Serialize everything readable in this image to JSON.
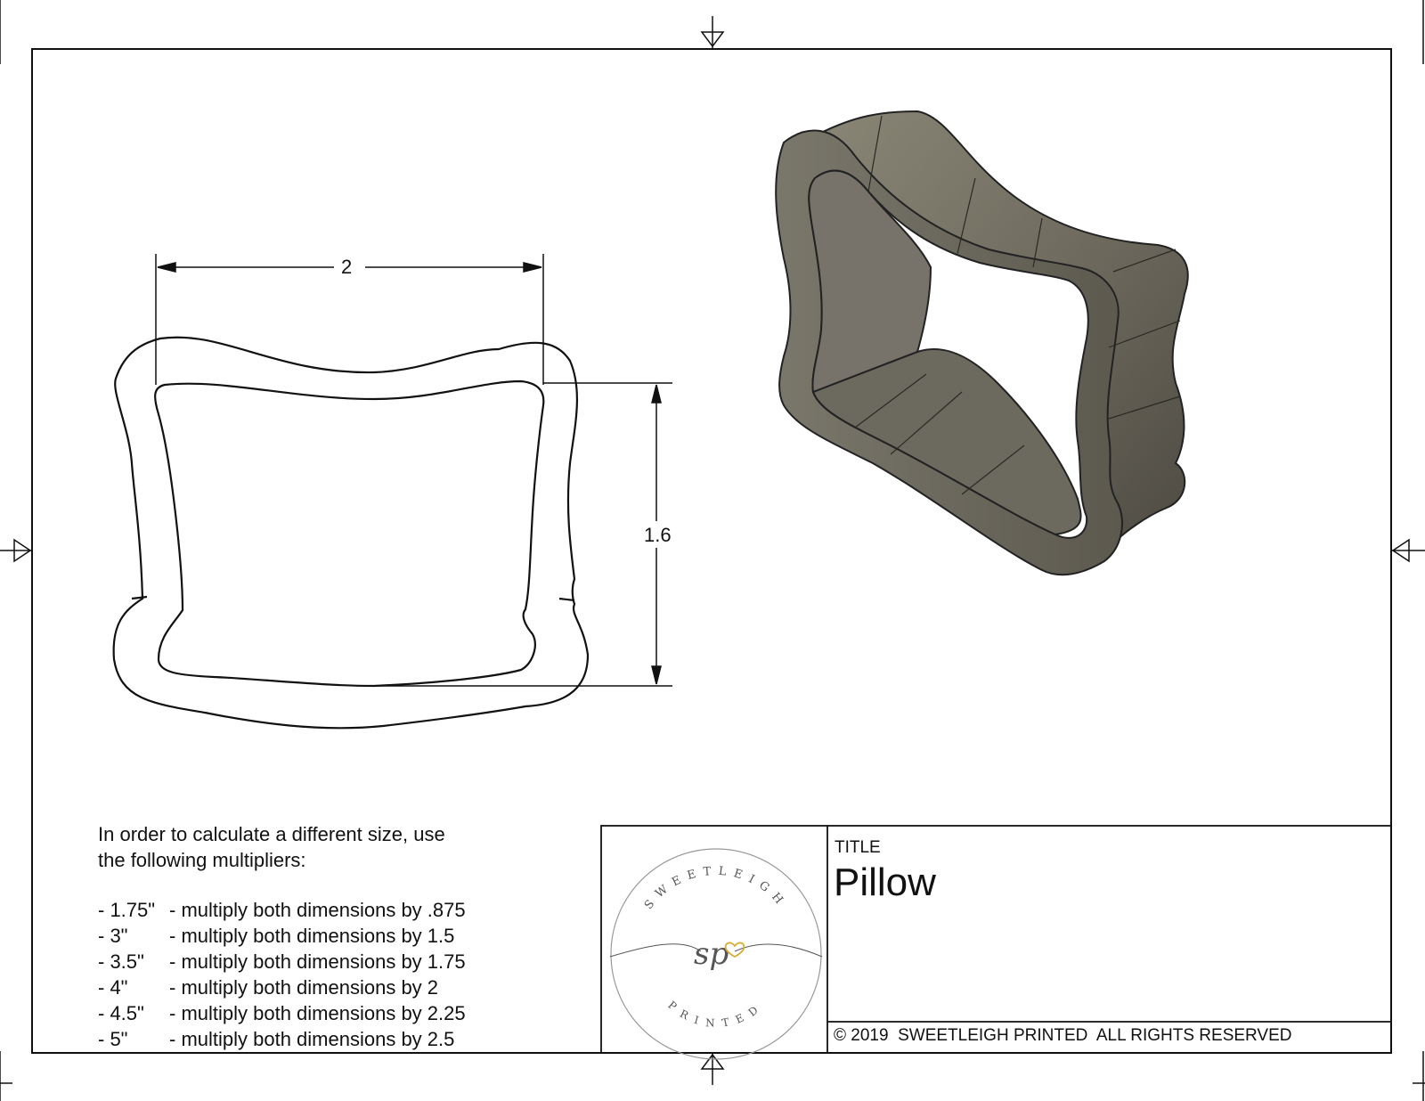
{
  "dimensions": {
    "width_label": "2",
    "height_label": "1.6"
  },
  "notes": {
    "intro_line1": "In order to calculate a different size, use",
    "intro_line2": "the following multipliers:",
    "multipliers": [
      {
        "size": "- 1.75\"",
        "text": "- multiply both dimensions by .875"
      },
      {
        "size": "- 3\"",
        "text": "- multiply both dimensions by 1.5"
      },
      {
        "size": "- 3.5\"",
        "text": "- multiply both dimensions by 1.75"
      },
      {
        "size": "- 4\"",
        "text": "- multiply both dimensions by 2"
      },
      {
        "size": "- 4.5\"",
        "text": "- multiply both dimensions by 2.25"
      },
      {
        "size": "- 5\"",
        "text": "- multiply both dimensions by 2.5"
      }
    ]
  },
  "title_block": {
    "title_label": "TITLE",
    "title_value": "Pillow",
    "copyright": "© 2019  SWEETLEIGH PRINTED  ALL RIGHTS RESERVED"
  },
  "logo": {
    "arc_top": "SWEETLEIGH",
    "arc_bottom": "PRINTED",
    "monogram": "sp",
    "heart_color": "#d4af37"
  },
  "colors": {
    "line": "#111111",
    "model_face": "#6f6b5f",
    "model_dark": "#4a4840",
    "model_light": "#8a8676"
  }
}
